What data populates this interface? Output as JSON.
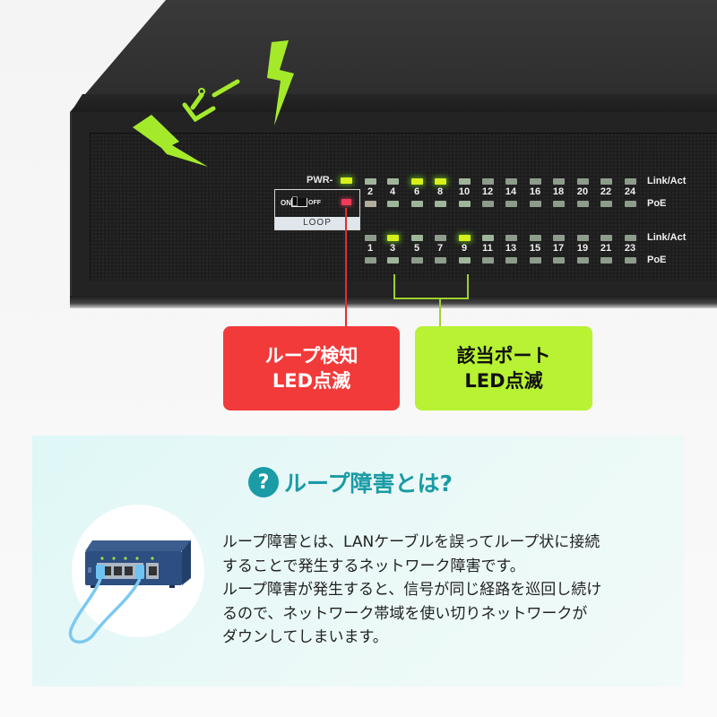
{
  "device": {
    "pwr_label": "PWR-",
    "loop_switch": {
      "on_label": "ON",
      "off_label": "OFF",
      "tag": "LOOP"
    },
    "top_row": {
      "ports": [
        "2",
        "4",
        "6",
        "8",
        "10",
        "12",
        "14",
        "16",
        "18",
        "20",
        "22",
        "24"
      ],
      "link_active": [
        false,
        false,
        true,
        true,
        false,
        false,
        false,
        false,
        false,
        false,
        false,
        false
      ],
      "label_link": "Link/Act",
      "label_poe": "PoE"
    },
    "bottom_row": {
      "ports": [
        "1",
        "3",
        "5",
        "7",
        "9",
        "11",
        "13",
        "15",
        "17",
        "19",
        "21",
        "23"
      ],
      "link_active": [
        false,
        true,
        false,
        false,
        true,
        false,
        false,
        false,
        false,
        false,
        false,
        false
      ],
      "label_link": "Link/Act",
      "label_poe": "PoE"
    },
    "sound_effect": "ピー"
  },
  "callouts": {
    "loop_detect": {
      "line1": "ループ検知",
      "line2": "LED点滅",
      "color": "#f23a3a"
    },
    "port_blink": {
      "line1": "該当ポート",
      "line2": "LED点滅",
      "color": "#b7f233"
    }
  },
  "info": {
    "title": "ループ障害とは?",
    "icon": "question-icon",
    "accent": "#1a9ba5",
    "body_lines": [
      "ループ障害とは、LANケーブルを誤ってループ状に接続",
      "することで発生するネットワーク障害です。",
      "ループ障害が発生すると、信号が同じ経路を巡回し続け",
      "るので、ネットワーク帯域を使い切りネットワークが",
      "ダウンしてしまいます。"
    ]
  }
}
